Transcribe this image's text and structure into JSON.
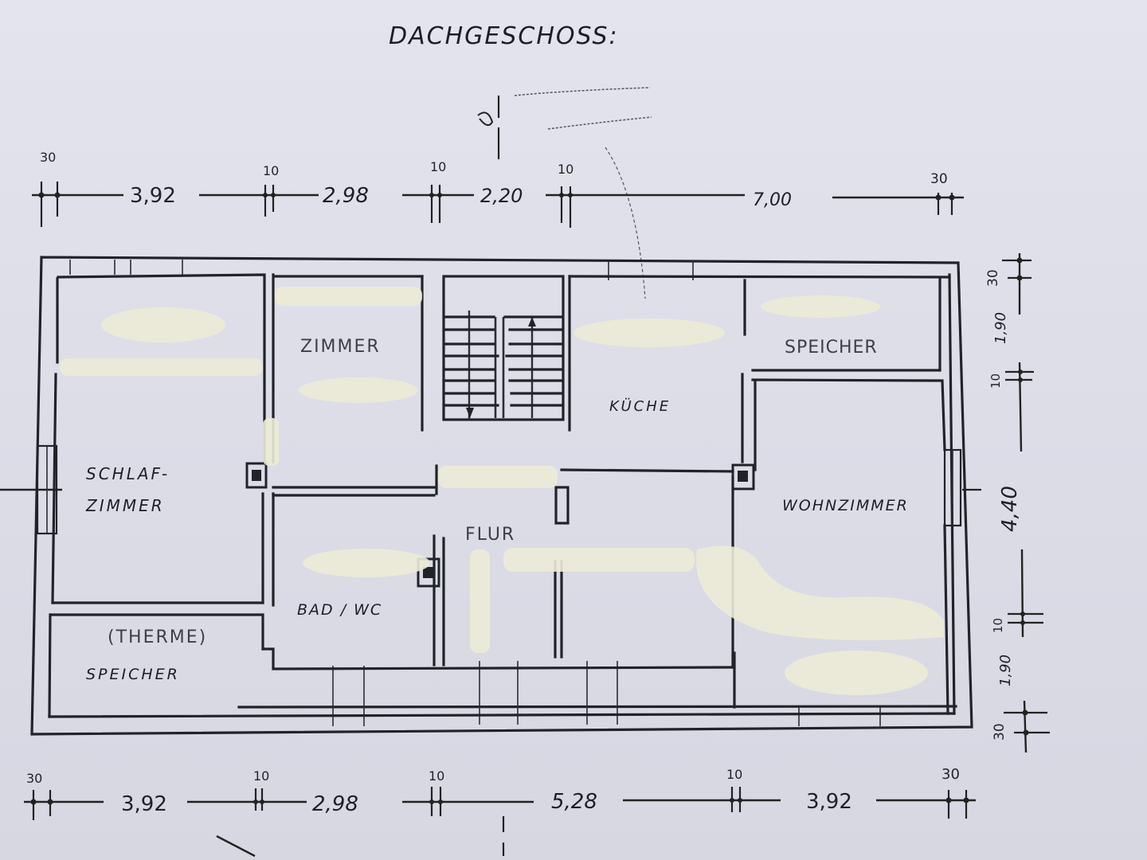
{
  "title": "DACHGESCHOSS:",
  "rooms": {
    "schlafzimmer_line1": "SCHLAF-",
    "schlafzimmer_line2": "ZIMMER",
    "zimmer": "ZIMMER",
    "kueche": "KÜCHE",
    "speicher_right": "SPEICHER",
    "wohnzimmer": "WOHNZIMMER",
    "flur": "FLUR",
    "bad_wc": "BAD / WC",
    "therme": "(THERME)",
    "speicher_left": "SPEICHER"
  },
  "dimensions": {
    "top": {
      "wall_left": "30",
      "seg1": "3,92",
      "wall2": "10",
      "seg2": "2,98",
      "wall3": "10",
      "seg3": "2,20",
      "wall4": "10",
      "seg4": "7,00",
      "wall_right": "30"
    },
    "bottom": {
      "wall_left": "30",
      "seg1": "3,92",
      "wall2": "10",
      "seg2": "2,98",
      "wall3": "10",
      "seg3": "5,28",
      "wall4": "10",
      "seg4": "3,92",
      "wall_right": "30"
    },
    "right": {
      "wall_top": "30",
      "seg1": "1,90",
      "wall2": "10",
      "seg2": "4,40",
      "wall3": "10",
      "seg3": "1,90",
      "wall_bottom": "30"
    }
  },
  "colors": {
    "paper": "#e2e2ec",
    "ink": "#202328",
    "whiteout": "#ecebd6"
  }
}
